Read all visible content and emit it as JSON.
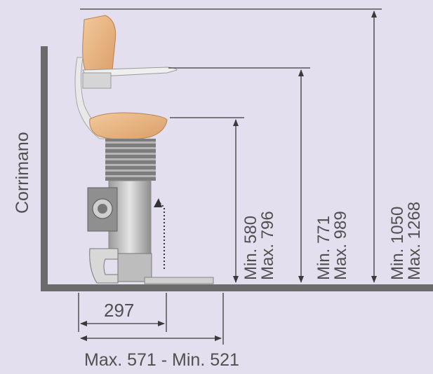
{
  "labels": {
    "handrail": "Corrimano",
    "width_seat": "297",
    "width_total": "Max. 571 - Min. 521",
    "seat_min": "Min. 580",
    "seat_max": "Max. 796",
    "arm_min": "Min. 771",
    "arm_max": "Max. 989",
    "total_min": "Min. 1050",
    "total_max": "Max. 1268"
  },
  "colors": {
    "background": "#e4dfef",
    "line": "#3a3a3a",
    "wall": "#6b6b6b",
    "seat": "#e8b886",
    "metal": "#c9c9c9"
  }
}
